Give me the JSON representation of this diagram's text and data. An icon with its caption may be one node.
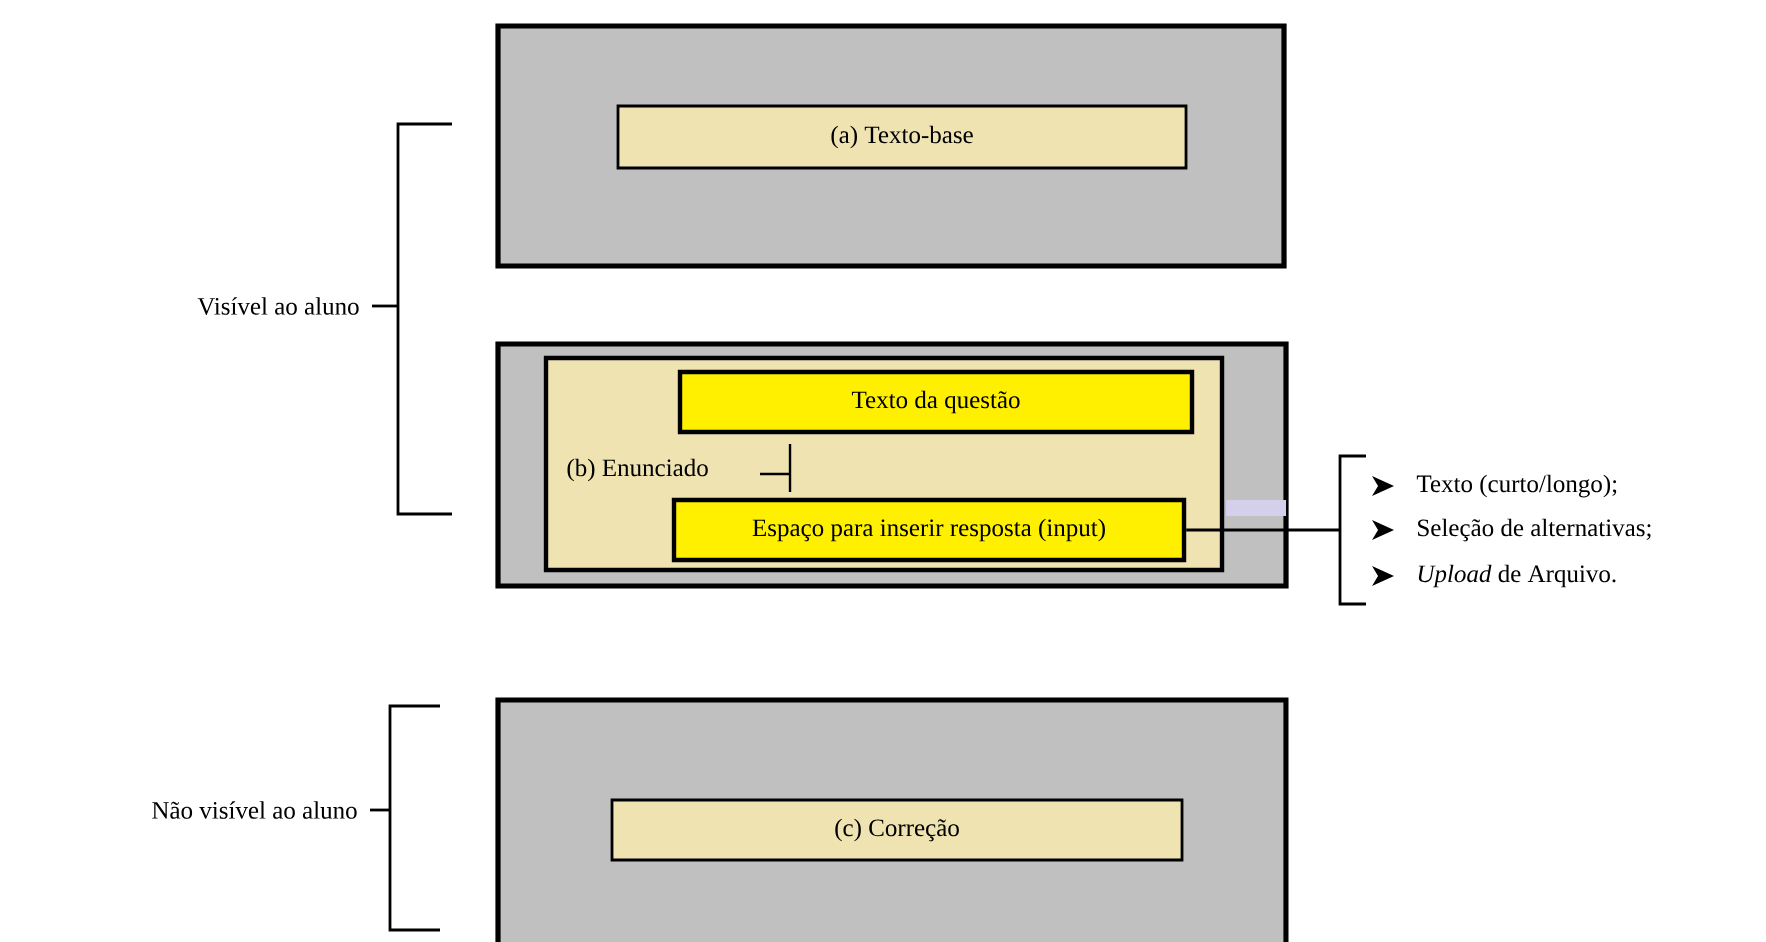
{
  "diagram": {
    "nodes": [
      {
        "text": [],
        "shape": "box"
      },
      {
        "text": [
          "(a) Texto-base"
        ],
        "in": 0
      },
      {
        "text": [],
        "shape": "box"
      },
      {
        "text": [
          "(b) Enunciado"
        ],
        "in": 2
      },
      {
        "text": [
          "Texto da questão"
        ],
        "in": 3
      },
      {
        "text": [
          "Espaço para inserir resposta (input)"
        ],
        "in": 3
      },
      {
        "text": [
          "Texto (curto/longo);",
          "Seleção de alternativas;",
          "*Upload* de Arquivo."
        ]
      },
      {
        "text": [],
        "shape": "box"
      },
      {
        "text": [
          "(c) Correção"
        ],
        "in": 7
      }
    ],
    "edges": [
      {
        "from": 5,
        "to": 6,
        "arrow": "none"
      }
    ],
    "labels": [
      "Visível ao aluno",
      "Não visível ao aluno"
    ]
  }
}
